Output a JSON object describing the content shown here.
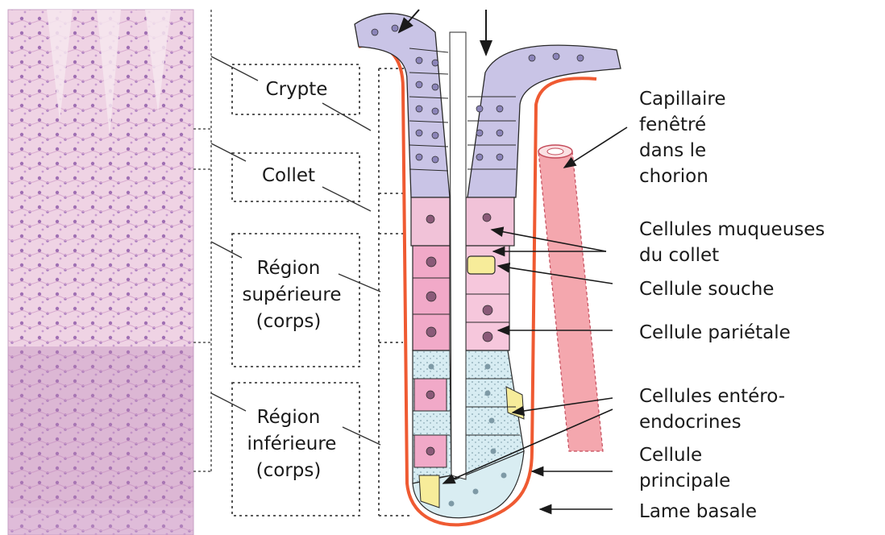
{
  "diagram": {
    "colors": {
      "histology": "#e9c6dc",
      "histology_dark": "#b887c0",
      "epithelium_top": "#c9c4e6",
      "mucous_cell": "#f1c2d8",
      "parietal_cell": "#f1a9c8",
      "chief_cell": "#d4eaf0",
      "stem_cell": "#f7ec9a",
      "basal_lamina": "#ef5a32",
      "capillary": "#f4a7ae",
      "text": "#1a1a1a"
    },
    "left_labels": {
      "crypte": "Crypte",
      "collet": "Collet",
      "region_sup_1": "Région",
      "region_sup_2": "supérieure",
      "region_sup_3": "(corps)",
      "region_inf_1": "Région",
      "region_inf_2": "inférieure",
      "region_inf_3": "(corps)"
    },
    "right_labels": {
      "capillaire_1": "Capillaire",
      "capillaire_2": "fenêtré",
      "capillaire_3": "dans le",
      "capillaire_4": "chorion",
      "muqueuses_1": "Cellules muqueuses",
      "muqueuses_2": "du collet",
      "souche": "Cellule souche",
      "parietale": "Cellule pariétale",
      "entero_1": "Cellules entéro-",
      "entero_2": "endocrines",
      "principale_1": "Cellule",
      "principale_2": "principale",
      "lame": "Lame basale"
    }
  }
}
